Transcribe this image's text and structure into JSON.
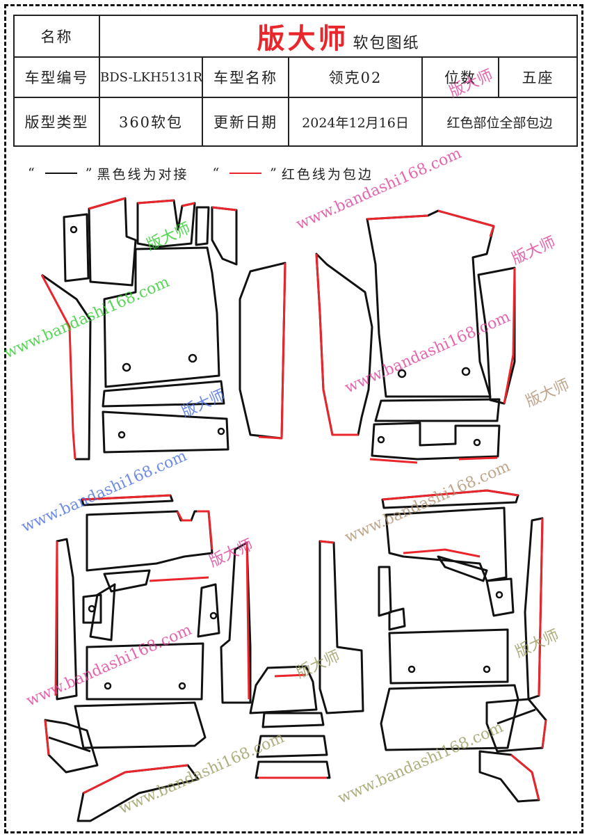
{
  "header": {
    "name_label": "名称",
    "brand": "版大师",
    "doc_type": "软包图纸",
    "model_code_label": "车型编号",
    "model_code": "BDS-LKH5131R",
    "model_name_label": "车型名称",
    "model_name": "领克02",
    "seats_label": "位数",
    "seats": "五座",
    "style_label": "版型类型",
    "style": "360软包",
    "update_label": "更新日期",
    "update_date": "2024年12月16日",
    "note": "红色部位全部包边"
  },
  "legend": {
    "quote_open": "“",
    "quote_close": "”",
    "black_text": "黑色线为对接",
    "red_text": "红色线为包边",
    "black_color": "#111111",
    "red_color": "#e8262c"
  },
  "watermark": {
    "site": "www.bandashi168.com",
    "brand": "版大师"
  }
}
